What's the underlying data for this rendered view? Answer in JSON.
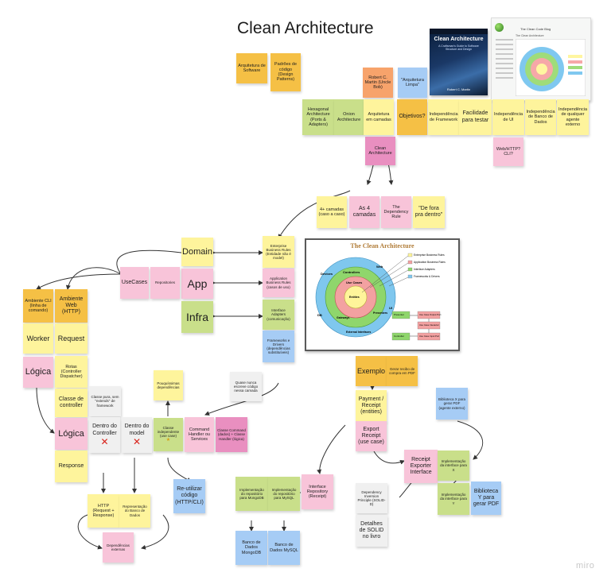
{
  "board": {
    "title": "Clean Architecture",
    "watermark": "miro",
    "book": {
      "title": "Clean Architecture",
      "subtitle": "A Craftsman's Guide to Software Structure and Design",
      "author": "Robert C. Martin"
    },
    "webpage": {
      "title": "The Clean Code Blog",
      "heading": "The Clean Architecture"
    },
    "architecture_diagram": {
      "title": "The Clean Architecture",
      "rings": [
        "Entities",
        "Use Cases",
        "Controllers",
        "Gateways",
        "Presenters",
        "Devices",
        "Web",
        "DB",
        "UI",
        "External Interfaces"
      ],
      "legend": [
        "Enterprise Business Rules",
        "Application Business Rules",
        "Interface Adapters",
        "Frameworks & Drivers"
      ],
      "flow": [
        "Presenter",
        "Use Case Output Port",
        "Use Case Interactor",
        "Controller",
        "Use Case Input Port"
      ]
    },
    "notes": {
      "arquitetura_software": "Arquitetura de Software",
      "padroes_codigo": "Padrões de código (Design Patterns)",
      "robert_martin": "Robert C. Martin (Uncle Bob)",
      "arquitetura_limpa": "\"Arquitetura Limpa\"",
      "hexagonal": "Hexagonal Architecture (Ports & Adapters)",
      "onion": "Onion Architecture",
      "arquitetura_camadas": "Arquitetura em camadas",
      "objetivos": "Objetivos?",
      "independencia_framework": "Independência de Framework",
      "facilidade_testar": "Facilidade para testar",
      "independencia_ui": "Independência de UI",
      "independencia_banco": "Independência de Banco de Dados",
      "independencia_agente": "Independência de qualquer agente externo",
      "web_http_cli": "Web/HTTP? CLI?",
      "clean_architecture": "Clean Architecture",
      "camadas_4_caso": "4+ camadas (caso a caso)",
      "as_4_camadas": "As 4 camadas",
      "dependency_rule": "The Dependency Rule",
      "de_fora_pra_dentro": "\"De fora pra dentro\"",
      "domain": "Domain",
      "app": "App",
      "infra": "Infra",
      "enterprise_rules": "Enterprise Business Rules (Entidade não é model)",
      "application_rules": "Application Business Rules (casos de uso)",
      "interface_adapters": "Interface Adapters (comunicação)",
      "frameworks_drivers": "Frameworks e Drivers (dependências substituíveis)",
      "quase_nunca": "Quase nunca escreve código nessa camada",
      "usecases": "UseCases",
      "repositories": "Repositories",
      "ambiente_cli": "Ambiente CLI (linha de comando)",
      "ambiente_web": "Ambiente Web (HTTP)",
      "worker": "Worker",
      "request": "Request",
      "logica_1": "Lógica",
      "rotas": "Rotas (Controller Dispatcher)",
      "classe_controller": "Classe de controller",
      "logica_2": "Lógica",
      "response": "Response",
      "classe_pura": "Classe pura, sem \"extends\" de framework",
      "dentro_controller": "Dentro do Controller",
      "dentro_model": "Dentro do model",
      "poucas_dependencias": "Pouquíssimas dependências",
      "classe_independente": "Classe independente (use case)",
      "command_handler": "Command Handler ou Services",
      "classe_command": "Classe Command (dados) + Classe Handler (lógica)",
      "reutilizar": "Re-utilizar código (HTTP/CLI)",
      "http_req_resp": "HTTP (Request + Response)",
      "representacao_banco": "Representação do Banco de Dados",
      "dependencias_externas": "Dependências externas",
      "exemplo": "Exemplo",
      "gerar_recibo": "Gerar recibo de compra em PDF",
      "payment": "Payment / Receipt (entities)",
      "export_receipt": "Export Receipt (use case)",
      "biblioteca_x": "Biblioteca X para gerar PDF (agente externo)",
      "receipt_exporter": "Receipt Exporter Interface",
      "impl_interface_x": "Implementação da interface para X",
      "impl_interface_y": "Implementação da interface para Y",
      "biblioteca_y": "Biblioteca Y para gerar PDF",
      "impl_repo_mongo": "Implementação do repositório para MongoDB",
      "impl_repo_mysql": "Implementação do repositório para MySQL",
      "interface_repository": "Interface Repository (Receipt)",
      "dependency_inversion": "Dependency Inversion Principle (SOLID-D)",
      "detalhes_solid": "Detalhes de SOLID no livro",
      "banco_mongo": "Banco de Dados MongoDB",
      "banco_mysql": "Banco de Dados MySQL"
    }
  }
}
